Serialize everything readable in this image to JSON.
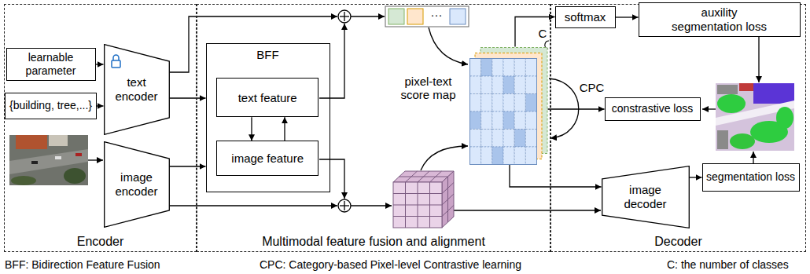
{
  "diagram": {
    "nodes": [
      {
        "text": [
          "Encoder"
        ]
      },
      {
        "text": [
          "learnable parameter"
        ],
        "in": 0
      },
      {
        "text": [
          "{building, tree,...}"
        ],
        "in": 0
      },
      {
        "text": [
          "text encoder"
        ],
        "in": 0
      },
      {
        "text": [
          "image encoder"
        ],
        "in": 0
      },
      {
        "text": [
          "Multimodal feature fusion and alignment"
        ]
      },
      {
        "text": [
          "BFF"
        ],
        "in": 5
      },
      {
        "text": [
          "text feature"
        ],
        "in": 6
      },
      {
        "text": [
          "image feature"
        ],
        "in": 6
      },
      {
        "text": [
          "pixel-text score map",
          "C"
        ],
        "in": 5
      },
      {
        "text": [
          "Decoder"
        ]
      },
      {
        "text": [
          "softmax"
        ],
        "in": 10
      },
      {
        "text": [
          "auxility segmentation loss"
        ],
        "in": 10
      },
      {
        "text": [
          "constrastive loss"
        ],
        "in": 10
      },
      {
        "text": [
          "image decoder"
        ],
        "in": 10
      },
      {
        "text": [
          "segmentation loss"
        ],
        "in": 10
      }
    ],
    "edges": [
      {
        "from": 1,
        "to": 3,
        "arrow": "to"
      },
      {
        "from": 2,
        "to": 3,
        "arrow": "to"
      },
      {
        "from": 3,
        "to": 6,
        "arrow": "to"
      },
      {
        "from": 4,
        "to": 6,
        "arrow": "to"
      },
      {
        "from": 7,
        "to": 8,
        "arrow": "to"
      },
      {
        "from": 8,
        "to": 7,
        "arrow": "to"
      },
      {
        "from": 9,
        "to": 11,
        "arrow": "to"
      },
      {
        "from": 11,
        "to": 12,
        "arrow": "to"
      },
      {
        "from": 9,
        "to": 13,
        "label": "CPC",
        "arrow": "to"
      },
      {
        "from": 9,
        "to": 14,
        "arrow": "to"
      },
      {
        "from": 14,
        "to": 15,
        "arrow": "to"
      }
    ],
    "labels": [
      "···",
      "BFF: Bidirection Feature Fusion",
      "CPC: Category-based Pixel-level Contrastive learning",
      "C: the number of classes"
    ]
  }
}
